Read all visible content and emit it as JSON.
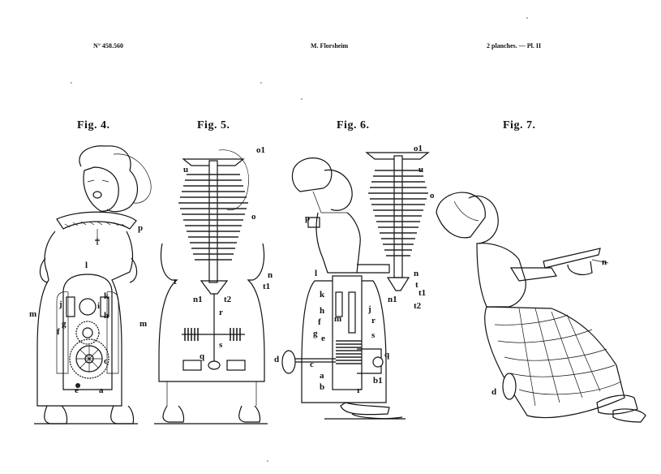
{
  "header": {
    "patent_number": "N° 458.560",
    "inventor": "M. Florsheim",
    "plates": "2 planches. — Pl. II"
  },
  "figures": [
    {
      "title": "Fig. 4.",
      "labels": [
        "p",
        "l",
        "k",
        "j",
        "i",
        "h",
        "m",
        "m",
        "g",
        "f",
        "c",
        "e",
        "a"
      ]
    },
    {
      "title": "Fig. 5.",
      "labels": [
        "o1",
        "u",
        "o",
        "t",
        "n",
        "t1",
        "n1",
        "t2",
        "r",
        "s",
        "q"
      ]
    },
    {
      "title": "Fig. 6.",
      "labels": [
        "o1",
        "u",
        "o",
        "p",
        "l",
        "k",
        "h",
        "m",
        "f",
        "g",
        "e",
        "j",
        "r",
        "s",
        "n",
        "t",
        "t1",
        "n1",
        "t2",
        "d",
        "c",
        "a",
        "b",
        "r",
        "q",
        "b1"
      ]
    },
    {
      "title": "Fig. 7.",
      "labels": [
        "n",
        "d"
      ]
    }
  ]
}
